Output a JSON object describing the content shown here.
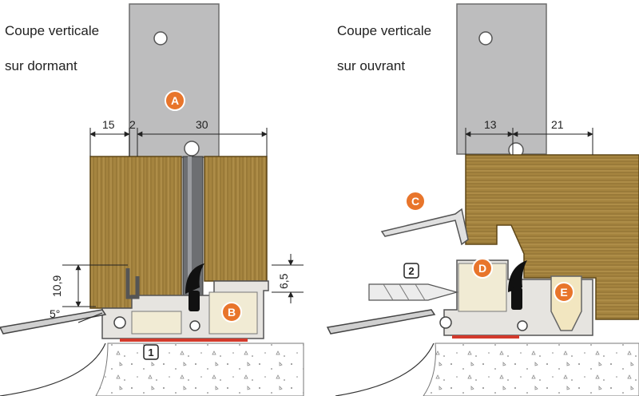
{
  "left": {
    "title_line1": "Coupe verticale",
    "title_line2": "sur dormant",
    "dims": {
      "a": "15",
      "b": "2",
      "c": "30",
      "height1": "10,9",
      "height2": "6,5",
      "angle": "5°"
    },
    "labels": {
      "A": "A",
      "B": "B",
      "box1": "1"
    }
  },
  "right": {
    "title_line1": "Coupe verticale",
    "title_line2": "sur ouvrant",
    "dims": {
      "a": "13",
      "b": "21"
    },
    "labels": {
      "C": "C",
      "D": "D",
      "E": "E",
      "box2": "2"
    }
  },
  "colors": {
    "badge": "#e8752b",
    "wood": "#9c7a3c",
    "metal": "#b9b9bb",
    "aluminium": "#e2e2e0",
    "insulation": "#f2ecd6",
    "seal": "#d8d200",
    "gasket": "#111111",
    "red_strip": "#d33a2c"
  }
}
